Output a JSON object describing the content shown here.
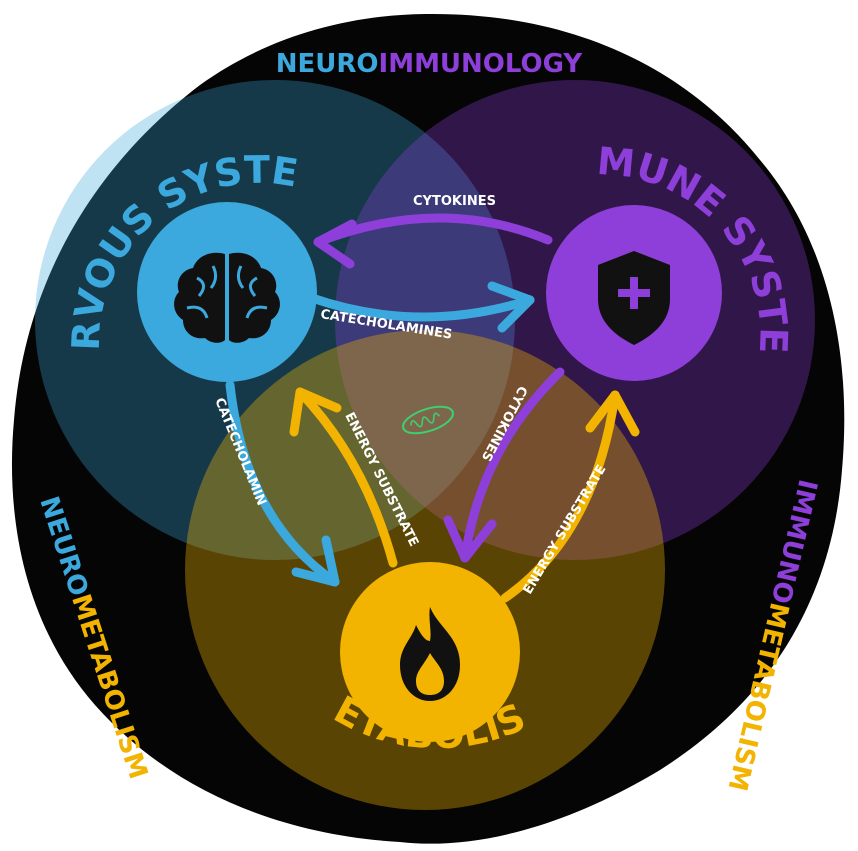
{
  "fields": {
    "neuroimmunology": {
      "part1": "NEURO",
      "part2": "IMMUNOLOGY"
    },
    "neurometabolism": {
      "part1": "NEURO",
      "part2": "METABOLISM"
    },
    "immunometabolism": {
      "part1": "IMMUNO",
      "part2": "METABOLISM"
    }
  },
  "systems": {
    "nervous": {
      "label": "NERVOUS SYSTEM",
      "icon": "brain-icon"
    },
    "immune": {
      "label": "IMMUNE SYSTEM",
      "icon": "shield-plus-icon"
    },
    "metabolism": {
      "label": "METABOLISM",
      "icon": "flame-icon"
    }
  },
  "arrows": {
    "immune_to_nervous": "CYTOKINES",
    "nervous_to_immune": "CATECHOLAMINES",
    "nervous_to_metabolism": "CATECHOLAMINS",
    "metabolism_to_nervous": "ENERGY SUBSTRATES",
    "immune_to_metabolism": "CYTOKINES",
    "metabolism_to_immune": "ENERGY SUBSTRATES"
  },
  "colors": {
    "nervous": "#3BA9DD",
    "immune": "#8E3FD9",
    "metabolism": "#F2B400",
    "background": "#050505",
    "center_mark": "#3ECF6E"
  }
}
